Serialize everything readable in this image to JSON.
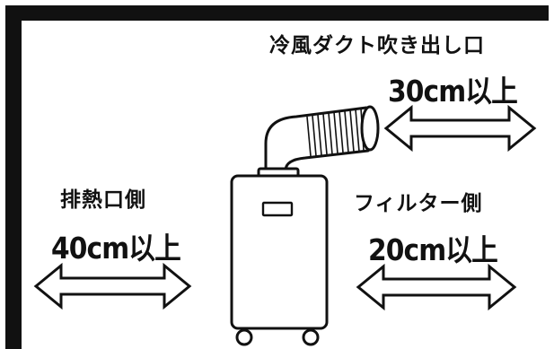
{
  "colors": {
    "ink": "#111111",
    "background": "#ffffff"
  },
  "exhaust_duct": {
    "label": "冷風ダクト吹き出し口",
    "clearance": "30cm以上"
  },
  "exhaust_heat_outlet": {
    "label": "排熱口側",
    "clearance": "40cm以上"
  },
  "filter_side": {
    "label": "フィルター側",
    "clearance": "20cm以上"
  },
  "icons": [
    "double-arrow-icon",
    "portable-air-conditioner-icon",
    "wall-corner-icon"
  ]
}
